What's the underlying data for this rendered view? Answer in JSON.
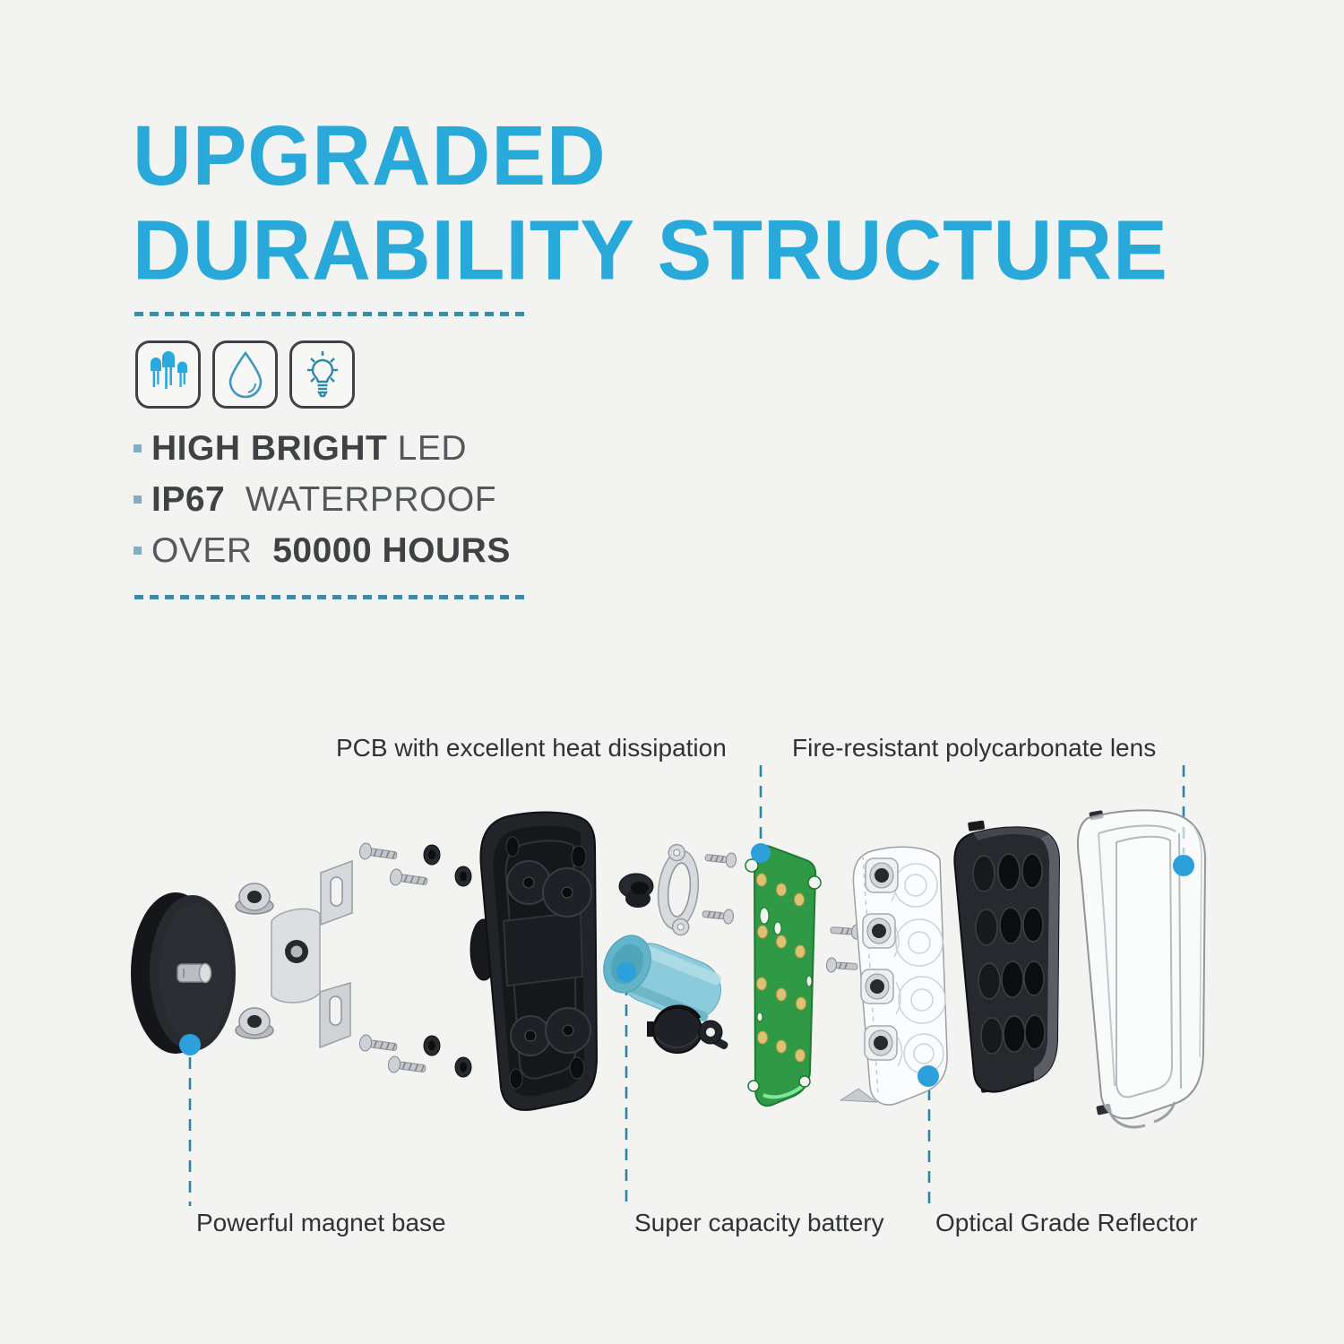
{
  "page": {
    "background": "#f3f4f2",
    "accent_blue": "#29A8DA",
    "dash_rule_color": "#3E8CA3",
    "callout_line_color": "#2E86A4",
    "callout_dot_color": "#2BA0DA",
    "pcb_green": "#2F9945",
    "battery_blue": "#8CCBDB"
  },
  "header": {
    "title_line1": "UPGRADED",
    "title_line2": "DURABILITY STRUCTURE"
  },
  "icons": [
    {
      "name": "led-diodes-icon"
    },
    {
      "name": "water-drop-icon"
    },
    {
      "name": "light-bulb-icon"
    }
  ],
  "features": [
    {
      "prefix": "",
      "bold": "HIGH BRIGHT",
      "suffix": " LED"
    },
    {
      "prefix": "",
      "bold": "IP67",
      "suffix": "  WATERPROOF"
    },
    {
      "prefix": "OVER  ",
      "bold": "50000 HOURS",
      "suffix": ""
    }
  ],
  "diagram": {
    "top_labels": [
      {
        "text": "PCB with excellent heat dissipation"
      },
      {
        "text": "Fire-resistant polycarbonate lens"
      }
    ],
    "bottom_labels": [
      {
        "text": "Powerful magnet base"
      },
      {
        "text": "Super capacity battery"
      },
      {
        "text": "Optical Grade Reflector"
      }
    ],
    "parts": [
      "magnet-base",
      "flange-nuts",
      "mounting-bracket",
      "screws",
      "rubber-caps",
      "back-housing",
      "rubber-grommet",
      "metal-gasket",
      "battery",
      "rubber-plug",
      "pcb",
      "led-reflector",
      "front-frame",
      "polycarbonate-lens"
    ]
  }
}
